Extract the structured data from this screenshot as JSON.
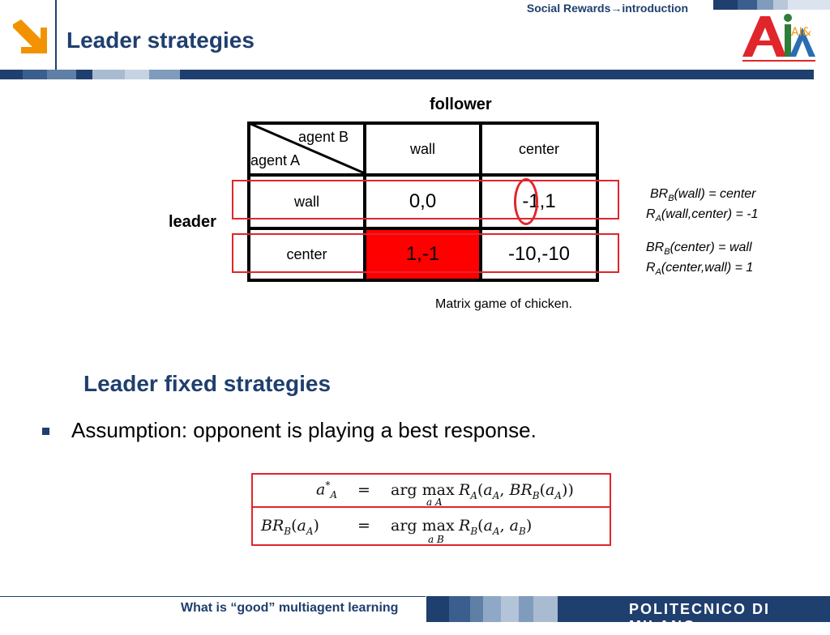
{
  "header": {
    "breadcrumb": "Social Rewards→introduction",
    "title": "Leader strategies",
    "ai_logo_text": "AI&"
  },
  "matrix": {
    "column_player_label": "follower",
    "row_player_label": "leader",
    "corner_top": "agent B",
    "corner_bottom": "agent A",
    "columns": [
      "wall",
      "center"
    ],
    "rows": [
      {
        "label": "wall",
        "cells": [
          "0,0",
          "-1,1"
        ]
      },
      {
        "label": "center",
        "cells": [
          "1,-1",
          "-10,-10"
        ]
      }
    ],
    "caption": "Matrix game of chicken.",
    "highlight_color": "#ff0000"
  },
  "best_responses": {
    "wall": {
      "br_prefix": "BR",
      "br_sub": "B",
      "br_rest": "(wall) = center",
      "r_prefix": "R",
      "r_sub": "A",
      "r_rest": "(wall,center) = -1"
    },
    "center": {
      "br_prefix": "BR",
      "br_sub": "B",
      "br_rest": "(center) = wall",
      "r_prefix": "R",
      "r_sub": "A",
      "r_rest": "(center,wall) = 1"
    }
  },
  "section": {
    "heading": "Leader fixed strategies",
    "bullet": "Assumption: opponent is playing a best response."
  },
  "equations": {
    "eq1_lhs": "a",
    "eq1_lhs_sup": "*",
    "eq1_lhs_sub": "A",
    "eq1_rhs": "R",
    "eq1_argsub": "a A",
    "eq2_lhs": "BR",
    "eq2_argsub": "a B",
    "equals": "=",
    "argmax": "arg max"
  },
  "footer": {
    "left_text": "What is “good” multiagent learning",
    "brand": "POLITECNICO DI MILANO"
  },
  "colors": {
    "brand_blue": "#1f3f6e",
    "accent_orange": "#f39200",
    "highlight_red": "#e0262b"
  }
}
